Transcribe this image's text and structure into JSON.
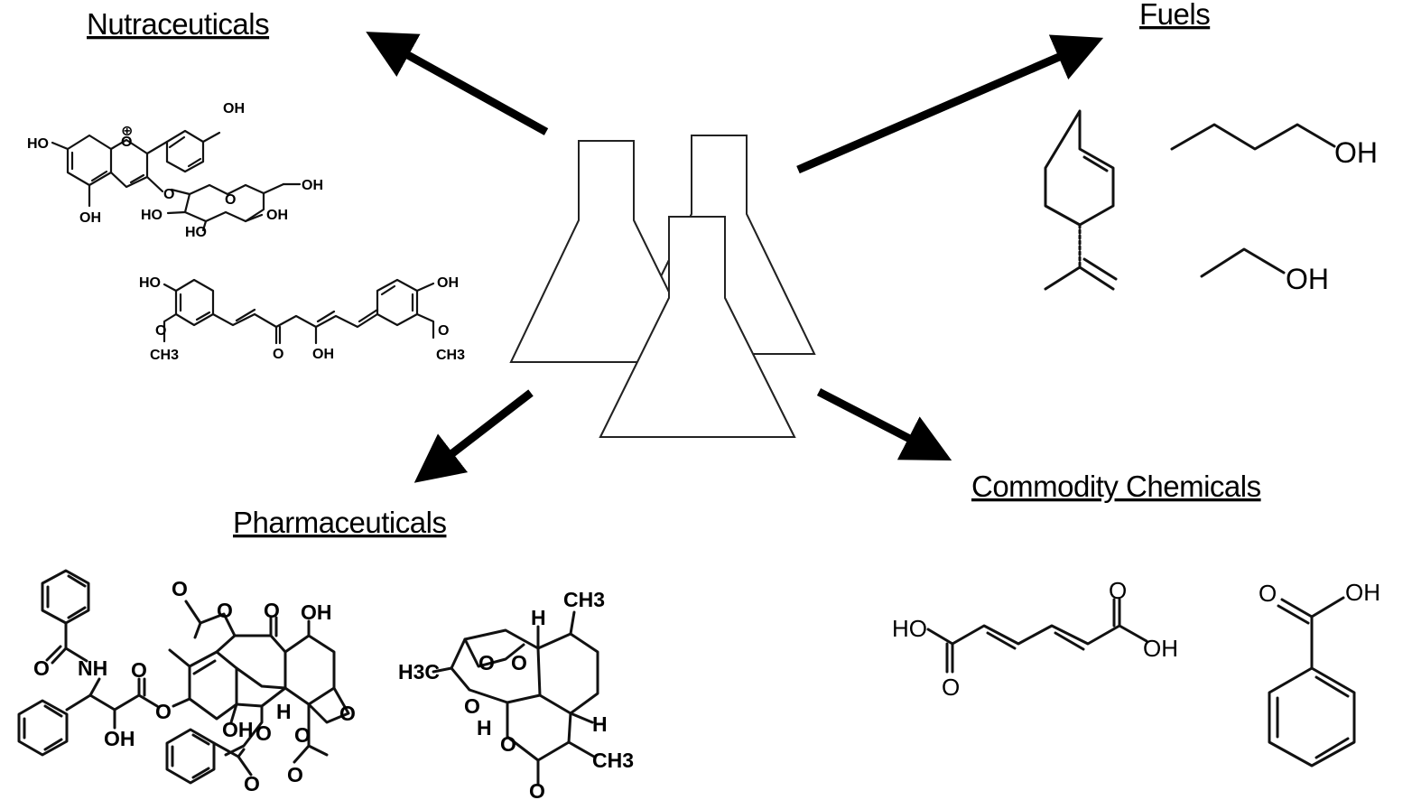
{
  "headings": {
    "nutraceuticals": "Nutraceuticals",
    "fuels": "Fuels",
    "pharmaceuticals": "Pharmaceuticals",
    "commodity": "Commodity Chemicals"
  },
  "atoms": {
    "oh": "OH",
    "ho": "HO",
    "o": "O",
    "och3": "CH3",
    "nh": "NH",
    "h": "H",
    "h3c": "H3C",
    "ch3": "CH3",
    "plus": "⊕"
  },
  "colors": {
    "culture_medium": "#f3e3e0",
    "cells": "#4a56b0",
    "arrow": "#000000"
  }
}
